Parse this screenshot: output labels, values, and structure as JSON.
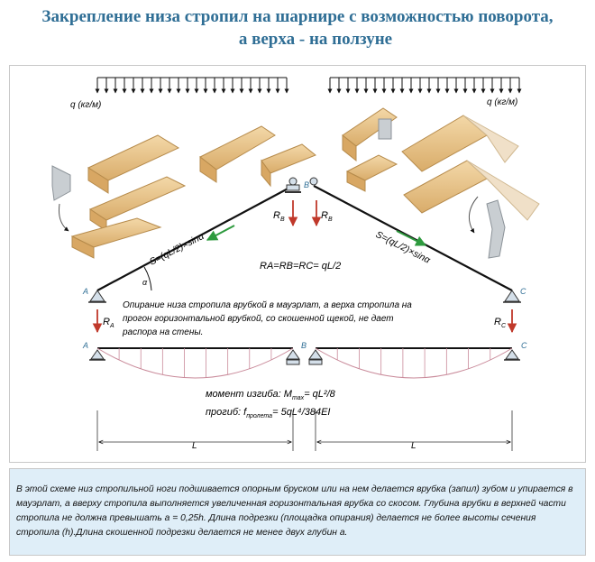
{
  "title": {
    "line1": "Закрепление низа стропил на шарнире с возможностью поворота,",
    "line2": "а верха - на ползуне"
  },
  "diagram": {
    "load_left": "q (кг/м)",
    "load_right": "q (кг/м)",
    "force_left": "S=(qL/2)×sinα",
    "force_right": "S=(qL/2)×sinα",
    "reactions_equation": "RA=RB=RC= qL/2",
    "angle_label": "α",
    "node_a": "A",
    "node_b": "B",
    "node_c": "C",
    "reaction_a": "R",
    "reaction_a_sub": "A",
    "reaction_b": "R",
    "reaction_b_sub": "B",
    "reaction_c": "R",
    "reaction_c_sub": "C",
    "description_line1": "Опирание низа стропила врубкой в мауэрлат, а верха стропила на",
    "description_line2": "прогон горизонтальной врубкой, со скошенной щекой, не дает",
    "description_line3": "распора на стены.",
    "moment_label": "момент изгиба: M",
    "moment_sub": "max",
    "moment_formula": "= qL²/8",
    "deflection_label": "прогиб: f",
    "deflection_sub": "пролета",
    "deflection_formula": "= 5qL⁴/384EI",
    "span_left": "L",
    "span_right": "L"
  },
  "note_text": "В этой схеме низ стропильной ноги подшивается опорным бруском или на нем делается врубка (запил) зубом и упирается в мауэрлат, а вверху стропила выполняется увеличенная горизонтальная врубка со скосом. Глубина врубки в верхней части стропила не должна превышать а = 0,25h. Длина подрезки (площадка опирания) делается не более высоты сечения стропила (h).Длина скошенной подрезки делается не менее двух глубин а.",
  "colors": {
    "title": "#2f6e95",
    "reaction_arrow": "#c0392b",
    "force_arrow": "#2e9a3e",
    "moment_curve": "#c98a9a",
    "node_fill": "#d4dfe9",
    "wood": "#e8c490",
    "note_background": "#dfeef8"
  }
}
